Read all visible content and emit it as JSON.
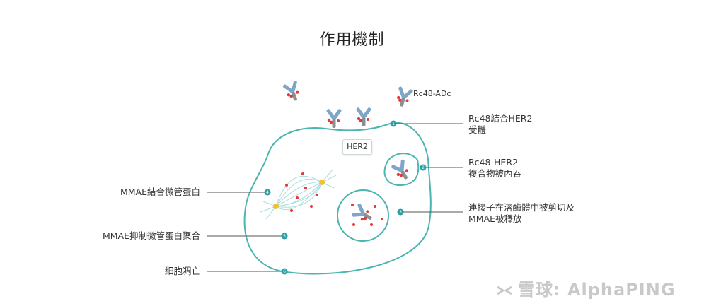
{
  "title": "作用機制",
  "adc_label": "Rc48-ADc",
  "her2_label": "HER2",
  "steps": [
    {
      "num": "1",
      "line1": "Rc48結合HER2",
      "line2": "受體",
      "side": "right"
    },
    {
      "num": "2",
      "line1": "Rc48-HER2",
      "line2": "複合物被內吞",
      "side": "right"
    },
    {
      "num": "3",
      "line1": "連接子在溶酶體中被剪切及",
      "line2": "MMAE被釋放",
      "side": "right"
    },
    {
      "num": "4",
      "line1": "MMAE結合微管蛋白",
      "line2": "",
      "side": "left"
    },
    {
      "num": "5",
      "line1": "MMAE抑制微管蛋白聚合",
      "line2": "",
      "side": "left"
    },
    {
      "num": "6",
      "line1": "細胞凋亡",
      "line2": "",
      "side": "left"
    }
  ],
  "watermark": "雪球: AlphaPING",
  "colors": {
    "cell": "#4bb5b0",
    "marker": "#2a9ea3",
    "antibody_blue": "#7ea6c9",
    "antibody_grey": "#8a8f96",
    "payload": "#e03a3a",
    "spindle": "#a8dde0",
    "pole": "#f2c12e"
  }
}
